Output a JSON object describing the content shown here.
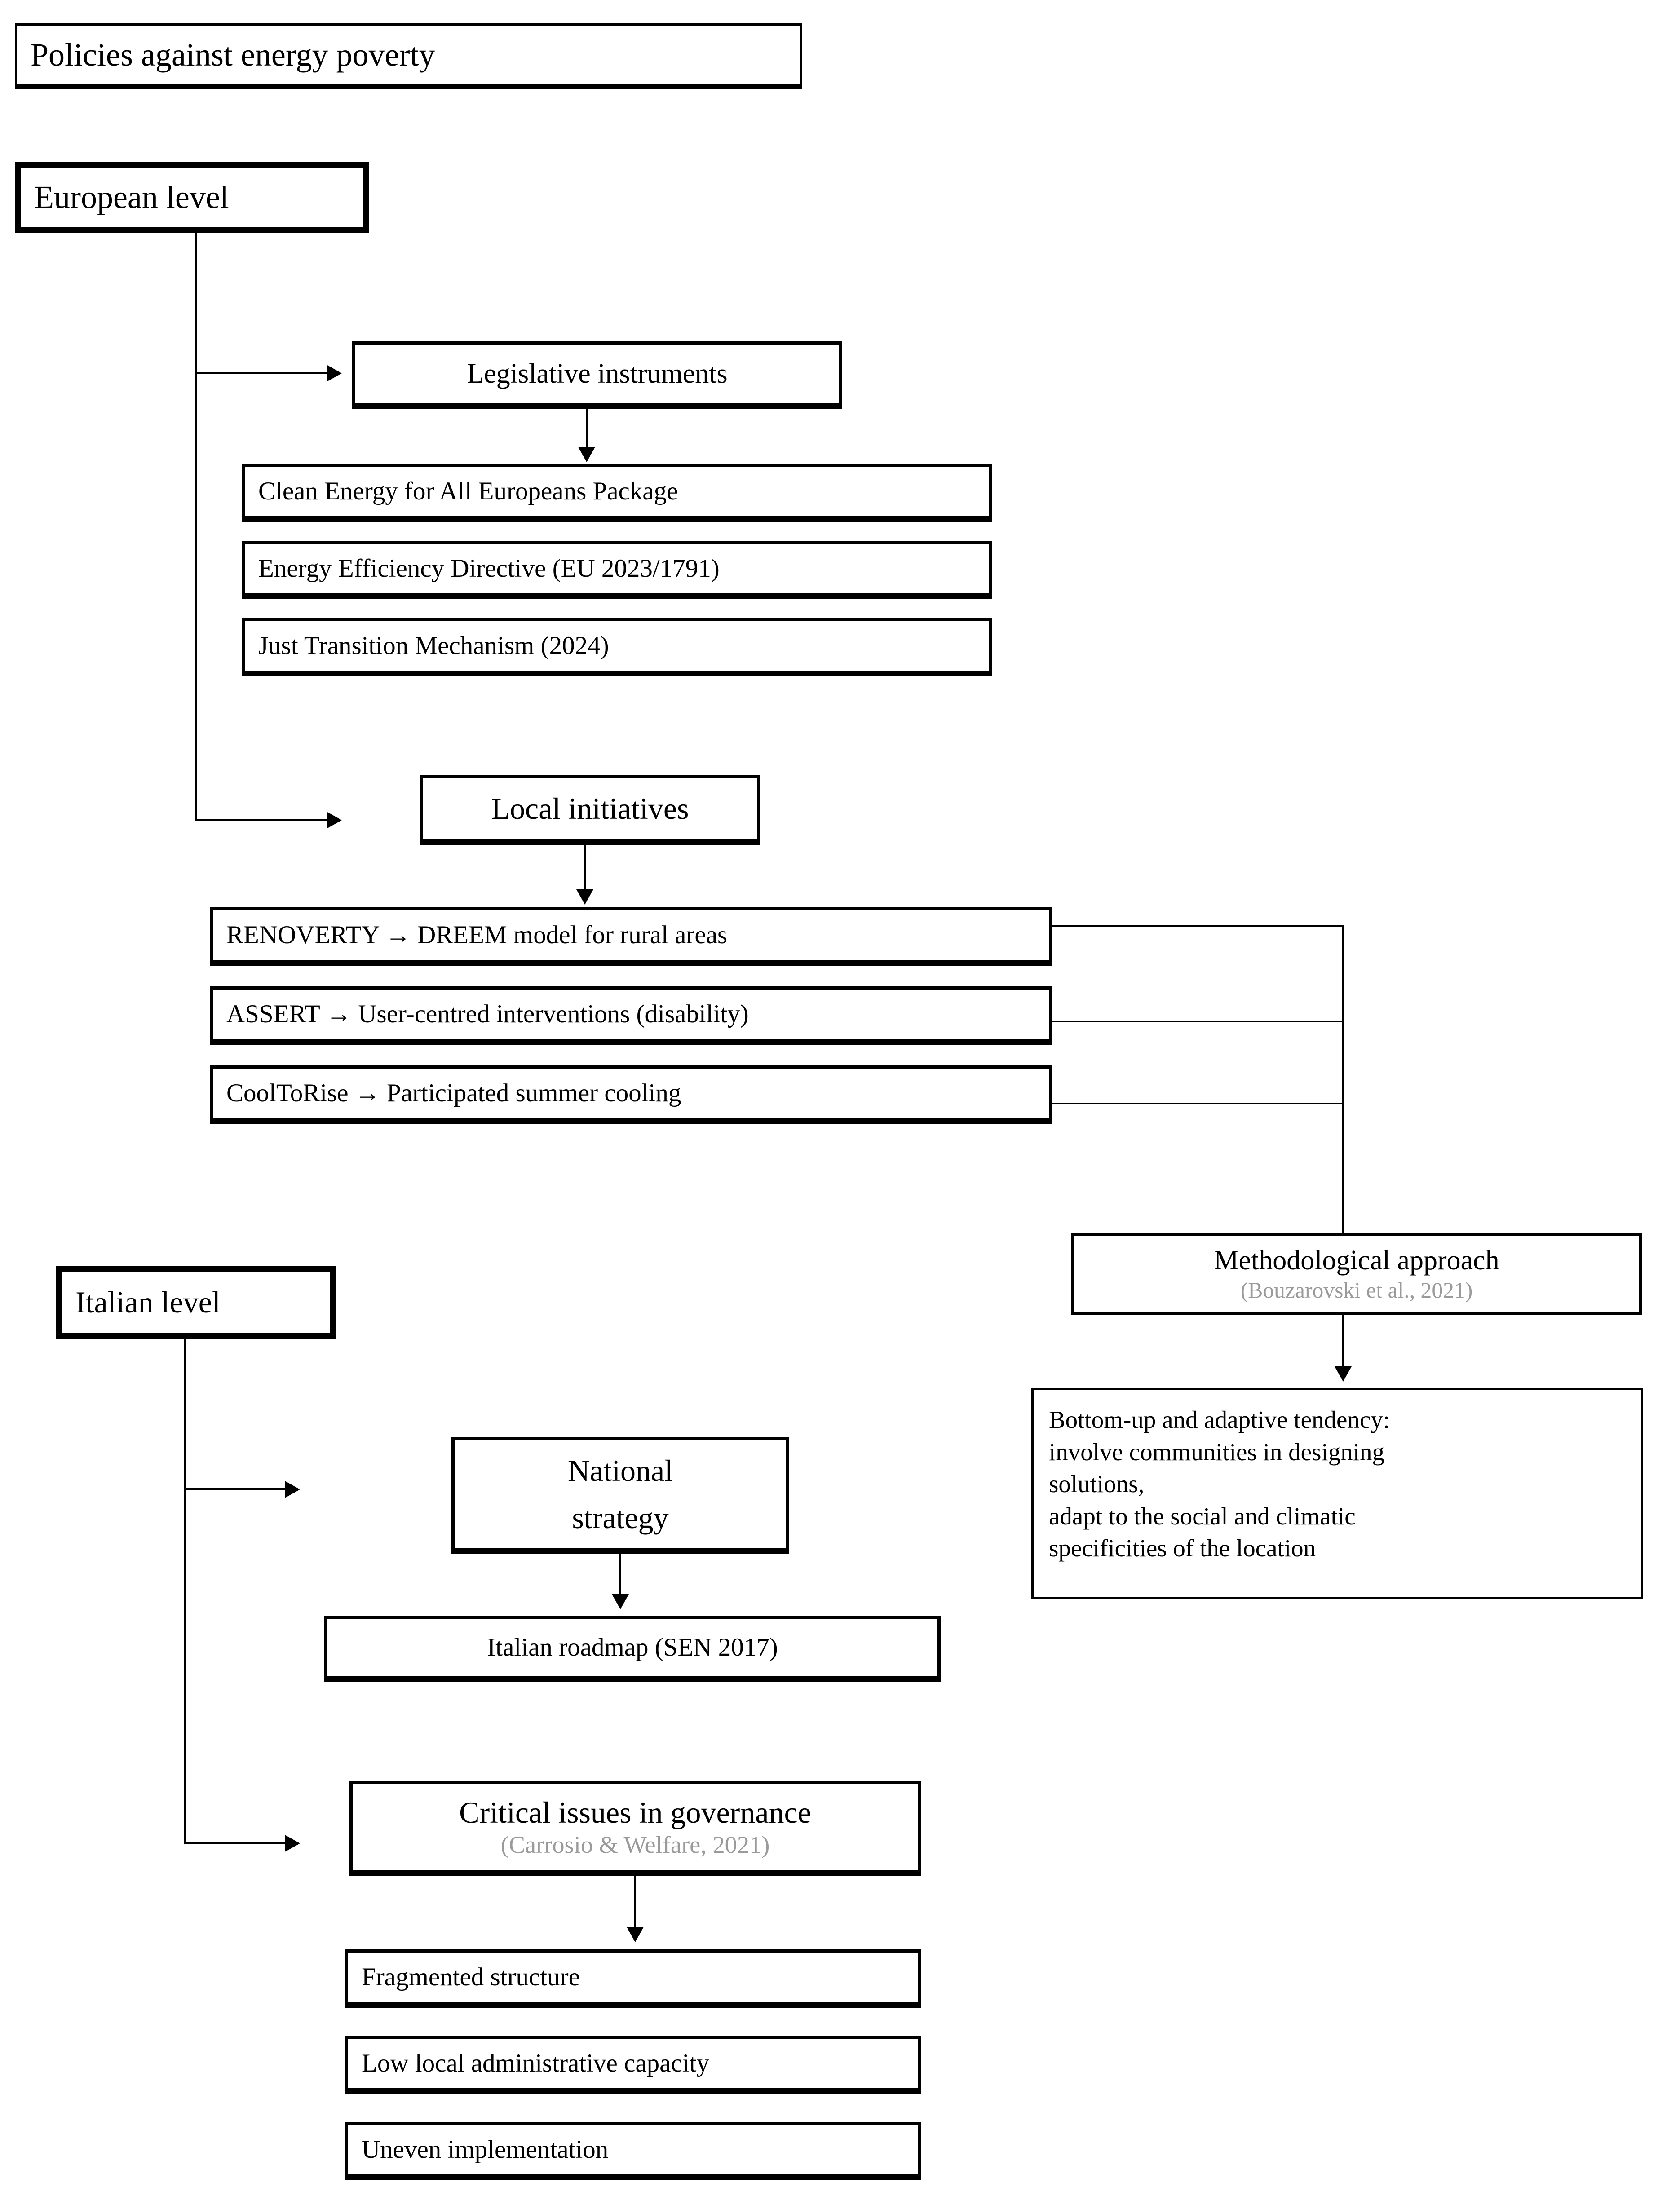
{
  "diagram": {
    "title_box": {
      "label": "Policies against energy poverty"
    },
    "european": {
      "label": "European level",
      "legislative": {
        "label": "Legislative instruments",
        "items": [
          "Clean Energy for All Europeans Package",
          "Energy Efficiency Directive (EU 2023/1791)",
          "Just Transition Mechanism (2024)"
        ]
      },
      "local": {
        "label": "Local initiatives",
        "items": [
          "RENOVERTY → DREEM model for rural areas",
          "ASSERT → User-centred interventions (disability)",
          "CoolToRise → Participated summer cooling"
        ]
      }
    },
    "methodology": {
      "label": "Methodological approach",
      "citation": "(Bouzarovski et al., 2021)",
      "outcome": "Bottom-up and adaptive tendency:\ninvolve communities in designing solutions,\nadapt to the social and climatic specificities of the location",
      "outcome_lines": [
        "Bottom-up and adaptive tendency:",
        "involve communities in designing",
        "solutions,",
        "adapt to the social and climatic",
        "specificities of the location"
      ]
    },
    "italian": {
      "label": "Italian level",
      "national_strategy": {
        "label_line1": "National",
        "label_line2": "strategy",
        "roadmap": "Italian roadmap (SEN 2017)"
      },
      "governance": {
        "label": "Critical issues in governance",
        "citation": "(Carrosio & Welfare, 2021)",
        "items": [
          "Fragmented structure",
          "Low local administrative capacity",
          "Uneven implementation"
        ]
      }
    },
    "colors": {
      "stroke": "#000000",
      "background": "#ffffff",
      "citation_grey": "#9a9a9a"
    }
  }
}
